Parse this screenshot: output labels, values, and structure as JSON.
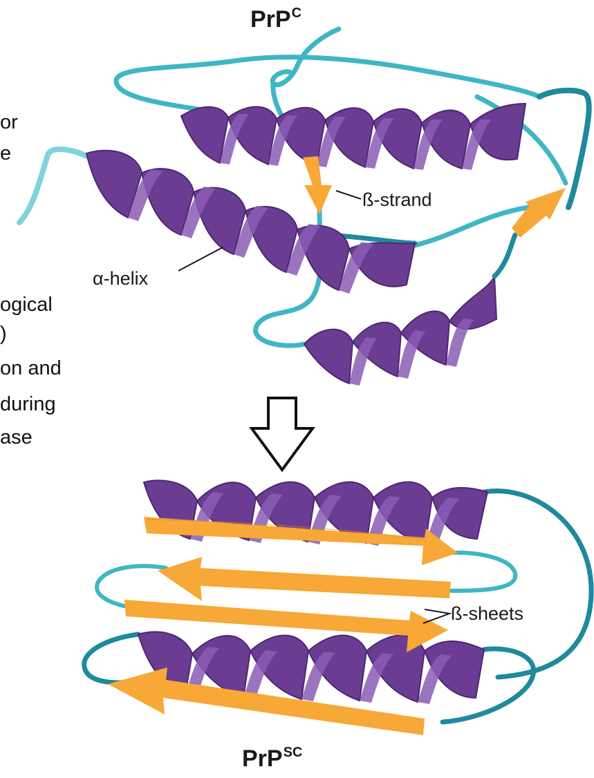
{
  "title_top": {
    "main": "PrP",
    "sup": "C"
  },
  "title_bottom": {
    "main": "PrP",
    "sup": "SC"
  },
  "labels": {
    "beta_strand": "ß-strand",
    "alpha_helix": "α-helix",
    "beta_sheets": "ß-sheets"
  },
  "cropped_side_text": [
    "or",
    "e",
    "ogical",
    ")",
    "on and",
    "during",
    "ase"
  ],
  "colors": {
    "helix": "#6a3d93",
    "helix_dark": "#4c2770",
    "strand": "#f7a836",
    "coil": "#3fb6c4",
    "coil_dark": "#1e8a9c"
  }
}
